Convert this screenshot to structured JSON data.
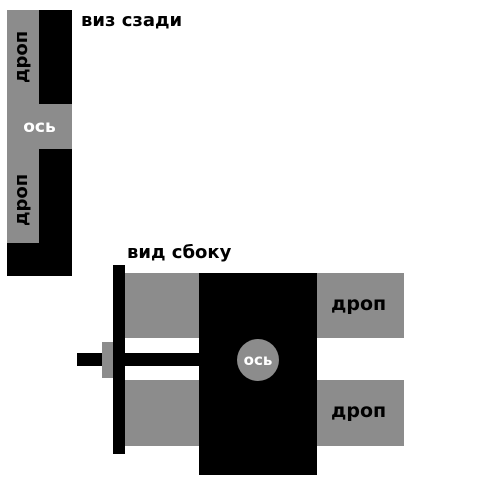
{
  "back_view": {
    "title": "виз сзади",
    "axle_label": "ось",
    "rope_top_label": "дроп",
    "rope_bottom_label": "дроп"
  },
  "side_view": {
    "title": "вид сбоку",
    "axle_label": "ось",
    "rope_top_label": "дроп",
    "rope_bottom_label": "дроп"
  },
  "colors": {
    "black": "#000000",
    "gray": "#8c8c8c",
    "white": "#ffffff"
  }
}
